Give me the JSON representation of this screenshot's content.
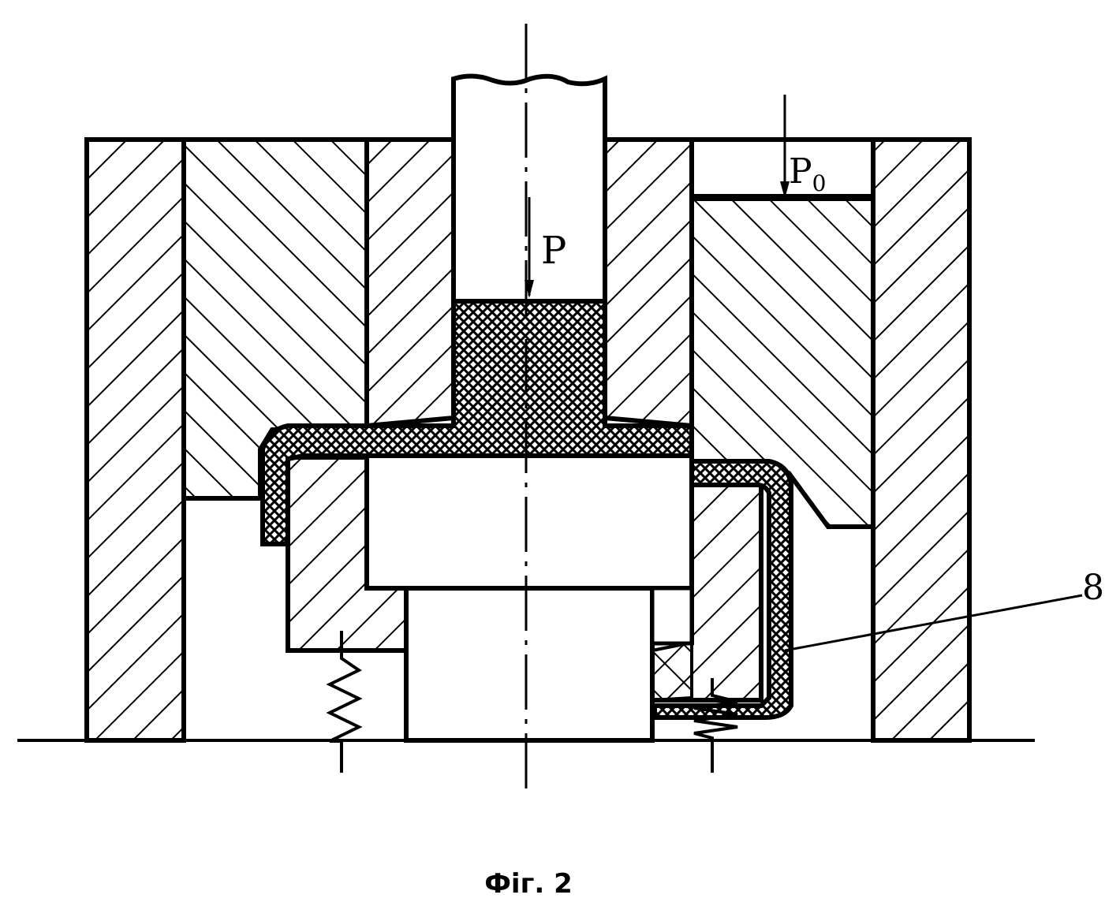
{
  "figure": {
    "caption": "Фіг. 2",
    "force_label": "P",
    "pressure_label_base": "P",
    "pressure_label_sub": "0",
    "part_number": "8"
  },
  "colors": {
    "ink": "#000000",
    "paper": "#ffffff"
  }
}
